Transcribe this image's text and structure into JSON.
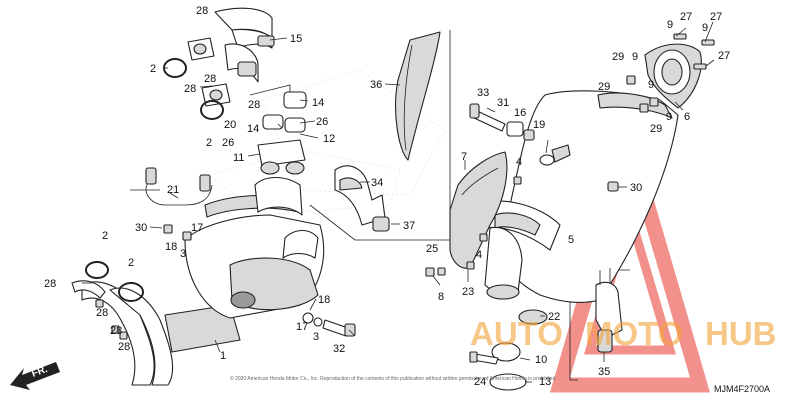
{
  "diagram": {
    "code": "MJM4F2700A",
    "copyright": "© 2020 American Honda Motor Co., Inc. Reproduction of the contents of this publication without written permission of American Honda is prohibited.",
    "front_label": "FR.",
    "colors": {
      "watermark_red": "#e8382f",
      "watermark_orange": "#f2a33a",
      "line": "#222222"
    }
  },
  "watermark": {
    "part1": "AUTO",
    "part2": "MOTO",
    "part3": "HUB"
  },
  "callouts": [
    {
      "id": "c1",
      "label": "28"
    },
    {
      "id": "c2",
      "label": "15"
    },
    {
      "id": "c3",
      "label": "2"
    },
    {
      "id": "c4",
      "label": "28"
    },
    {
      "id": "c5",
      "label": "28"
    },
    {
      "id": "c6",
      "label": "28"
    },
    {
      "id": "c7",
      "label": "20"
    },
    {
      "id": "c8",
      "label": "2"
    },
    {
      "id": "c9",
      "label": "14"
    },
    {
      "id": "c10",
      "label": "14"
    },
    {
      "id": "c11",
      "label": "26"
    },
    {
      "id": "c12",
      "label": "26"
    },
    {
      "id": "c13",
      "label": "12"
    },
    {
      "id": "c14",
      "label": "11"
    },
    {
      "id": "c15",
      "label": "36"
    },
    {
      "id": "c16",
      "label": "21"
    },
    {
      "id": "c17",
      "label": "34"
    },
    {
      "id": "c18",
      "label": "30"
    },
    {
      "id": "c19",
      "label": "17"
    },
    {
      "id": "c20",
      "label": "18"
    },
    {
      "id": "c21",
      "label": "3"
    },
    {
      "id": "c22",
      "label": "37"
    },
    {
      "id": "c23",
      "label": "2"
    },
    {
      "id": "c24",
      "label": "2"
    },
    {
      "id": "c25",
      "label": "28"
    },
    {
      "id": "c26",
      "label": "28"
    },
    {
      "id": "c27",
      "label": "28"
    },
    {
      "id": "c28",
      "label": "28"
    },
    {
      "id": "c29",
      "label": "1"
    },
    {
      "id": "c30",
      "label": "18"
    },
    {
      "id": "c31",
      "label": "17"
    },
    {
      "id": "c32",
      "label": "3"
    },
    {
      "id": "c33",
      "label": "32"
    },
    {
      "id": "c34",
      "label": "33"
    },
    {
      "id": "c35",
      "label": "31"
    },
    {
      "id": "c36",
      "label": "16"
    },
    {
      "id": "c37",
      "label": "19"
    },
    {
      "id": "c38",
      "label": "7"
    },
    {
      "id": "c39",
      "label": "4"
    },
    {
      "id": "c40",
      "label": "4"
    },
    {
      "id": "c41",
      "label": "25"
    },
    {
      "id": "c42",
      "label": "8"
    },
    {
      "id": "c43",
      "label": "23"
    },
    {
      "id": "c44",
      "label": "5"
    },
    {
      "id": "c45",
      "label": "30"
    },
    {
      "id": "c46",
      "label": "22"
    },
    {
      "id": "c47",
      "label": "10"
    },
    {
      "id": "c48",
      "label": "24"
    },
    {
      "id": "c49",
      "label": "13"
    },
    {
      "id": "c50",
      "label": "35"
    },
    {
      "id": "c51",
      "label": "9"
    },
    {
      "id": "c52",
      "label": "27"
    },
    {
      "id": "c53",
      "label": "9"
    },
    {
      "id": "c54",
      "label": "27"
    },
    {
      "id": "c55",
      "label": "29"
    },
    {
      "id": "c56",
      "label": "9"
    },
    {
      "id": "c57",
      "label": "27"
    },
    {
      "id": "c58",
      "label": "29"
    },
    {
      "id": "c59",
      "label": "9"
    },
    {
      "id": "c60",
      "label": "9"
    },
    {
      "id": "c61",
      "label": "6"
    },
    {
      "id": "c62",
      "label": "29"
    }
  ]
}
